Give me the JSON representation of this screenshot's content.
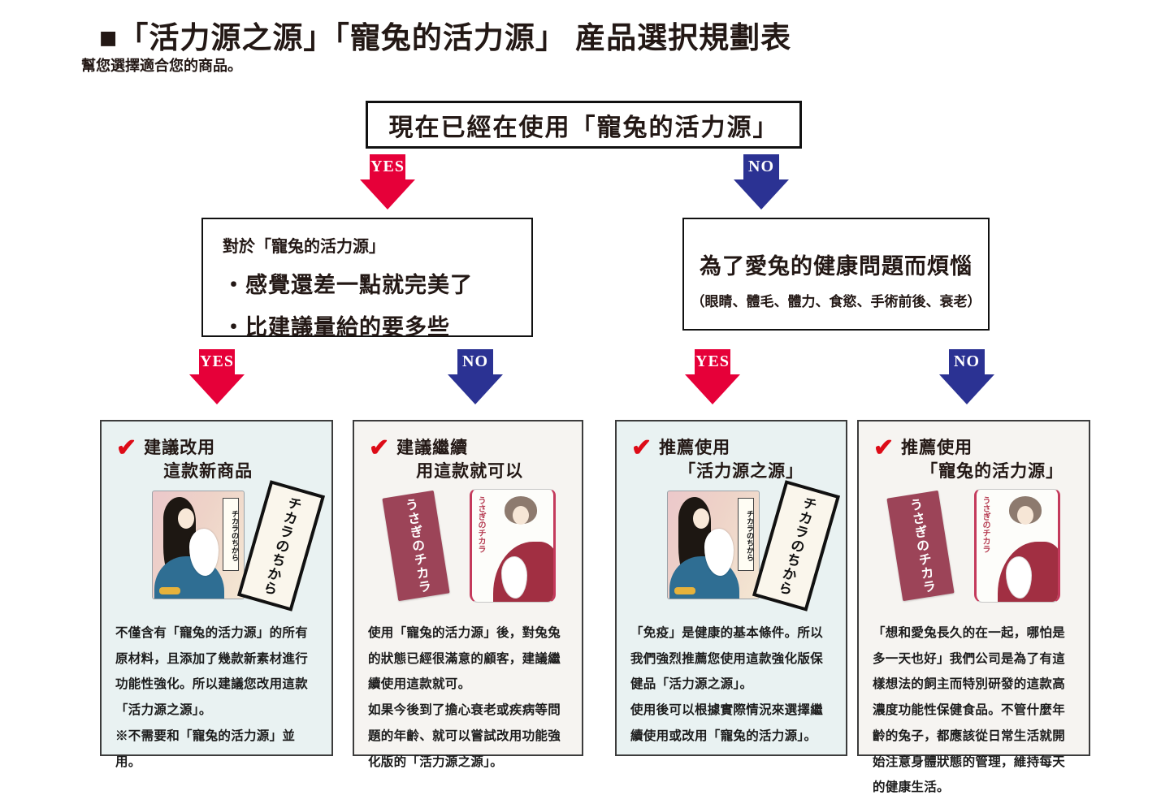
{
  "page": {
    "title": "■「活力源之源」「寵兔的活力源」 産品選択規劃表",
    "subtitle": "幫您選擇適合您的商品。"
  },
  "colors": {
    "yes_red": "#e60039",
    "no_blue": "#2b3293",
    "check_red": "#dd0b17",
    "tint_blue_bg": "#e9f2f2",
    "tint_gray_bg": "#f6f4f1"
  },
  "icons": {
    "check": "✔"
  },
  "flow": {
    "root_question": "現在已經在使用「寵兔的活力源」",
    "labels": {
      "yes": "YES",
      "no": "NO"
    },
    "branch_yes": {
      "intro": "對於「寵兔的活力源」",
      "bullets": [
        "・感覺還差一點就完美了",
        "・比建議量給的要多些"
      ]
    },
    "branch_no": {
      "title": "為了愛兔的健康問題而煩惱",
      "note": "（眼睛、體毛、體力、食慾、手術前後、衰老）"
    }
  },
  "products": {
    "package_a_label": "チカラのちから",
    "package_b_label": "うさぎのチカラ"
  },
  "results": [
    {
      "title_line1": "建議改用",
      "title_line2": "這款新商品",
      "body": [
        "不僅含有「寵兔的活力源」的所有原材料，且添加了幾款新素材進行功能性強化。所以建議您改用這款「活力源之源」。",
        "※不需要和「寵兔的活力源」並用。"
      ]
    },
    {
      "title_line1": "建議繼續",
      "title_line2": "用這款就可以",
      "body": [
        "使用「寵兔的活力源」後，對兔兔的狀態已經很滿意的顧客，建議繼續使用這款就可。",
        "如果今後到了擔心衰老或疾病等問題的年齡、就可以嘗試改用功能強化版的「活力源之源」。"
      ]
    },
    {
      "title_line1": "推薦使用",
      "title_line2": "「活力源之源」",
      "body": [
        "「免疫」是健康的基本條件。所以我們強烈推薦您使用這款強化版保健品「活力源之源」。",
        "使用後可以根據實際情況來選擇繼續使用或改用「寵兔的活力源」。"
      ]
    },
    {
      "title_line1": "推薦使用",
      "title_line2": "「寵兔的活力源」",
      "body": [
        "「想和愛兔長久的在一起，哪怕是多一天也好」我們公司是為了有這樣想法的飼主而特別研發的這款高濃度功能性保健食品。不管什麼年齡的兔子，都應該從日常生活就開始注意身體狀態的管理，維持每天的健康生活。"
      ]
    }
  ]
}
